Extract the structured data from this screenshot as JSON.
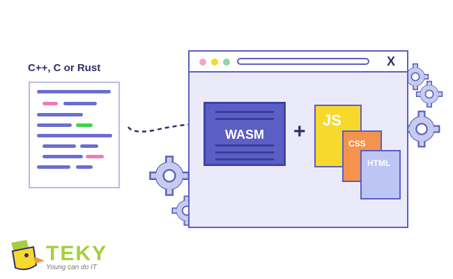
{
  "source_label": "C++, C or Rust",
  "wasm_label": "WASM",
  "plus_symbol": "+",
  "browser": {
    "close_symbol": "X",
    "dot_colors": [
      "#f3a6c6",
      "#f6d92c",
      "#8fd6a6"
    ]
  },
  "docs": {
    "js": "JS",
    "css": "CSS",
    "html": "HTML"
  },
  "logo": {
    "name": "TEKY",
    "tagline": "Young can do IT"
  },
  "colors": {
    "accent": "#5b5ec4",
    "js": "#f6d92c",
    "css": "#f3934d",
    "html": "#bcc5f3",
    "logo": "#a5cf3e",
    "gear": "#c7ccee"
  }
}
